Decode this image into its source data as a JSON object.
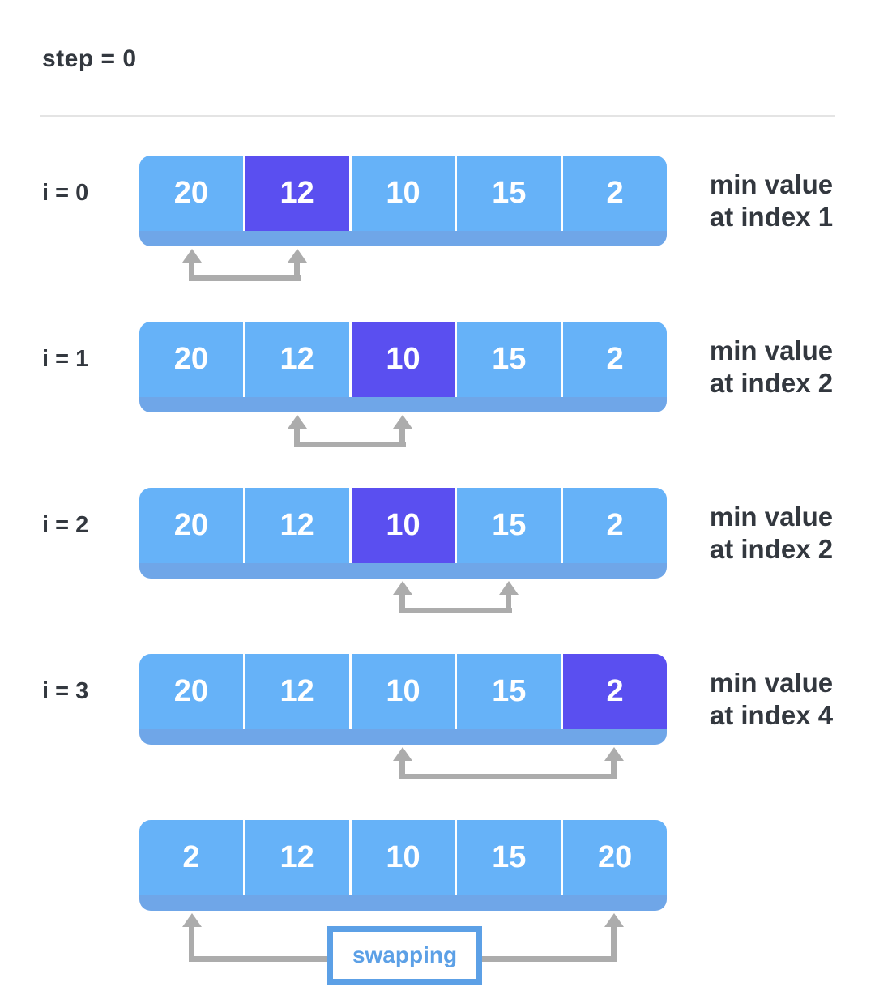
{
  "page": {
    "title": "step = 0"
  },
  "colors": {
    "cell_blue": "#66B2F8",
    "cell_highlight": "#5A4FF0",
    "array_base": "#6FA6E8",
    "arrow_gray": "#ACACAC",
    "text_dark": "#33383F",
    "swap_blue": "#5CA0E6"
  },
  "rows": [
    {
      "label": "i = 0",
      "cells": [
        "20",
        "12",
        "10",
        "15",
        "2"
      ],
      "highlight_index": 1,
      "arrow": {
        "from": 0,
        "to": 1
      },
      "caption_line1": "min value",
      "caption_line2": "at index 1"
    },
    {
      "label": "i = 1",
      "cells": [
        "20",
        "12",
        "10",
        "15",
        "2"
      ],
      "highlight_index": 2,
      "arrow": {
        "from": 1,
        "to": 2
      },
      "caption_line1": "min value",
      "caption_line2": "at index 2"
    },
    {
      "label": "i = 2",
      "cells": [
        "20",
        "12",
        "10",
        "15",
        "2"
      ],
      "highlight_index": 2,
      "arrow": {
        "from": 2,
        "to": 3
      },
      "caption_line1": "min value",
      "caption_line2": "at index 2"
    },
    {
      "label": "i = 3",
      "cells": [
        "20",
        "12",
        "10",
        "15",
        "2"
      ],
      "highlight_index": 4,
      "arrow": {
        "from": 2,
        "to": 4
      },
      "caption_line1": "min value",
      "caption_line2": "at index 4"
    },
    {
      "cells": [
        "2",
        "12",
        "10",
        "15",
        "20"
      ],
      "highlight_index": null,
      "arrow": {
        "from": 0,
        "to": 4,
        "deep": true
      },
      "swap_label": "swapping"
    }
  ]
}
